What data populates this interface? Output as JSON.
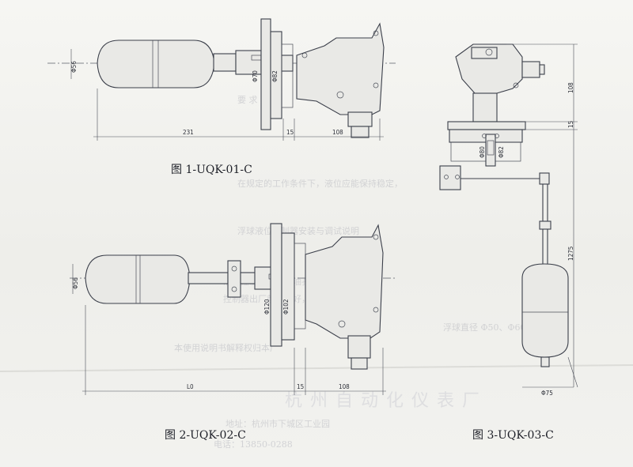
{
  "figures": [
    {
      "caption": "图 1-UQK-01-C",
      "dims": {
        "float_dia": "Φ56",
        "length_main": "231",
        "flange_gap": "15",
        "housing": "108",
        "bore_a": "Φ70",
        "bore_b": "Φ82"
      }
    },
    {
      "caption": "图 2-UQK-02-C",
      "dims": {
        "float_dia": "Φ56",
        "length_main": "L0",
        "flange_gap": "15",
        "housing": "108",
        "bore_a": "Φ120",
        "bore_b": "Φ102"
      }
    },
    {
      "caption": "图 3-UQK-03-C",
      "dims": {
        "height_top": "108",
        "flange_gap": "15",
        "rod_length": "1275",
        "float_dia": "Φ75",
        "bore_a": "Φ80",
        "bore_b": "Φ82"
      }
    }
  ]
}
